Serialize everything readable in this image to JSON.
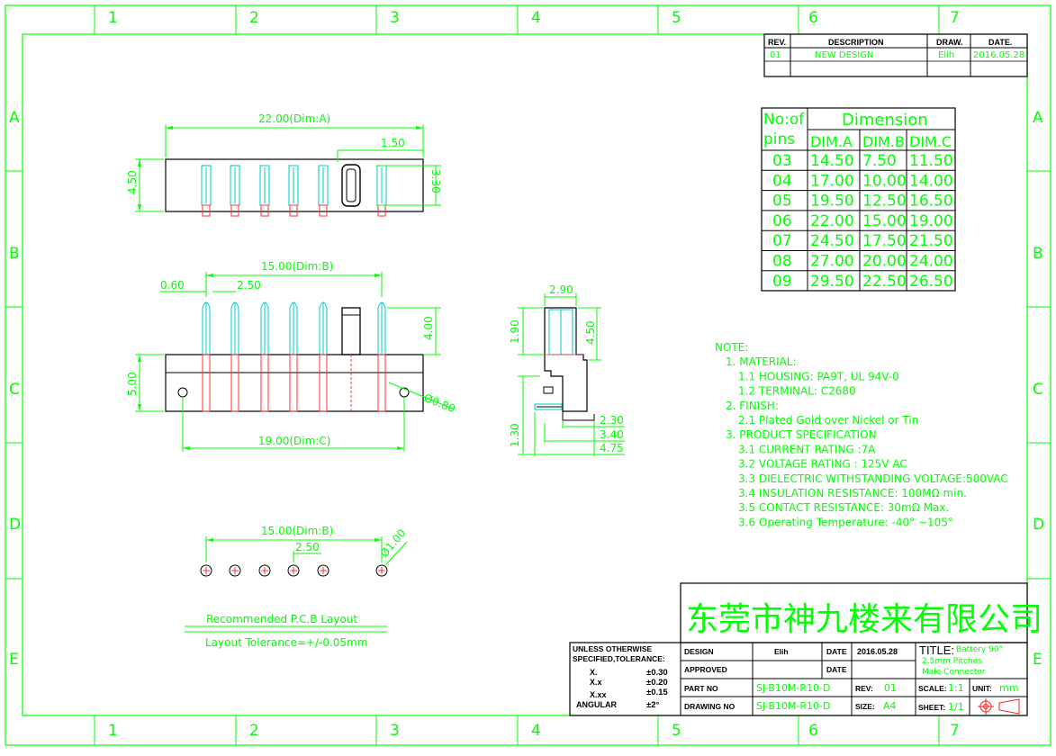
{
  "border": {
    "columns": [
      "1",
      "2",
      "3",
      "4",
      "5",
      "6",
      "7"
    ],
    "rows": [
      "A",
      "B",
      "C",
      "D",
      "E"
    ]
  },
  "revision_table": {
    "headers": [
      "REV.",
      "DESCRIPTION",
      "DRAW.",
      "DATE."
    ],
    "rows": [
      [
        "01",
        "NEW  DESIGN",
        "Elih",
        "2016.05.28"
      ]
    ]
  },
  "dimension_table": {
    "header_pins_line1": "No:of",
    "header_pins_line2": "pins",
    "header_dimension": "Dimension",
    "columns": [
      "DIM.A",
      "DIM.B",
      "DIM.C"
    ],
    "rows": [
      [
        "03",
        "14.50",
        "7.50",
        "11.50"
      ],
      [
        "04",
        "17.00",
        "10.00",
        "14.00"
      ],
      [
        "05",
        "19.50",
        "12.50",
        "16.50"
      ],
      [
        "06",
        "22.00",
        "15.00",
        "19.00"
      ],
      [
        "07",
        "24.50",
        "17.50",
        "21.50"
      ],
      [
        "08",
        "27.00",
        "20.00",
        "24.00"
      ],
      [
        "09",
        "29.50",
        "22.50",
        "26.50"
      ]
    ]
  },
  "top_view": {
    "dim_a": "22.00(Dim:A)",
    "pitch": "1.50",
    "height": "4.50",
    "inner": "3.30"
  },
  "front_view": {
    "dim_b": "15.00(Dim:B)",
    "pin_w": "0.60",
    "pitch": "2.50",
    "pin_len": "4.00",
    "body_h": "5.00",
    "hole": "Ø0.80",
    "dim_c": "19.00(Dim:C)"
  },
  "side_view": {
    "top_w": "2.90",
    "top_h": "1.90",
    "full_h": "4.50",
    "bottom_h": "1.30",
    "d1": "2.30",
    "d2": "3.40",
    "d3": "4.75"
  },
  "pcb_view": {
    "dim_b": "15.00(Dim:B)",
    "pitch": "2.50",
    "hole": "Ø1.00",
    "title": "Recommended P.C.B Layout",
    "tolerance": "Layout Tolerance=+/-0.05mm"
  },
  "notes": [
    "NOTE:",
    "1. MATERIAL:",
    "1.1 HOUSING: PA9T, UL 94V-0",
    "1.2 TERMINAL: C2680",
    "2. FINISH:",
    "2.1 Plated Gold over Nickel or Tin",
    "3. PRODUCT SPECIFICATION",
    "3.1 CURRENT RATING :7A",
    "3.2 VOLTAGE RATING : 125V AC",
    "3.3 DIELECTRIC WITHSTANDING VOLTAGE:500VAC",
    "3.4 INSULATION RESISTANCE: 100MΩ min.",
    "3.5 CONTACT RESISTANCE: 30mΩ Max.",
    "3.6 Operating Temperature: -40° ~105°"
  ],
  "title_block": {
    "company": "东莞市神九楼来有限公司",
    "tol_line1": "UNLESS OTHERWISE",
    "tol_line2": "SPECIFIED,TOLERANCE:",
    "tol_rows": [
      [
        "X.",
        "±0.30"
      ],
      [
        "X.x",
        "±0.20"
      ],
      [
        "X.xx",
        "±0.15"
      ],
      [
        "ANGULAR",
        "±2°"
      ]
    ],
    "design_label": "DESIGN",
    "design_value": "Elih",
    "date_label": "DATE",
    "date_value": "2016.05.28",
    "approved_label": "APPROVED",
    "approved_date_label": "DATE",
    "part_label": "PART NO",
    "part_value": "SJ-B10M-R10-D",
    "drawing_label": "DRAWING NO",
    "drawing_value": "SJ-B10M-R10-D",
    "rev_label": "REV:",
    "rev_value": "01",
    "size_label": "SIZE:",
    "size_value": "A4",
    "title_label": "TITLE:",
    "title_line1": "Battery 90°",
    "title_line2": "2.5mm Pitches",
    "title_line3": "Male Connector",
    "scale_label": "SCALE:",
    "scale_value": "1:1",
    "unit_label": "UNIT:",
    "unit_value": "mm",
    "sheet_label": "SHEET:",
    "sheet_value": "1/1"
  }
}
